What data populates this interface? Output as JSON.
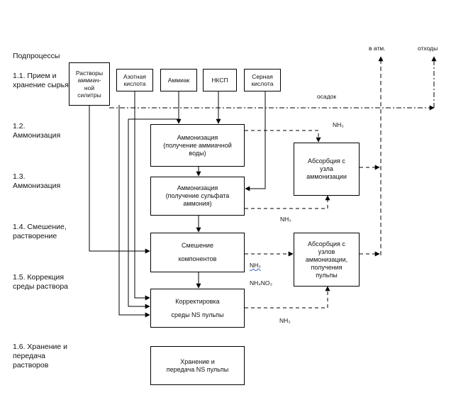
{
  "subprocesses": {
    "header": "Подпроцессы",
    "items": [
      {
        "lines": [
          "1.1. Прием и",
          "хранение сырья"
        ]
      },
      {
        "lines": [
          "1.2.",
          "Аммонизация"
        ]
      },
      {
        "lines": [
          "1.3.",
          "Аммонизация"
        ]
      },
      {
        "lines": [
          "1.4. Смешение,",
          "растворение"
        ]
      },
      {
        "lines": [
          "1.5. Коррекция",
          "среды раствора"
        ]
      },
      {
        "lines": [
          "1.6. Хранение и",
          "передача",
          "растворов"
        ]
      }
    ]
  },
  "raw_materials": [
    {
      "lines": [
        "Растворы",
        "аммиач-",
        "ной",
        "силитры"
      ]
    },
    {
      "lines": [
        "Азотная",
        "кислота"
      ]
    },
    {
      "lines": [
        "Аммиак"
      ]
    },
    {
      "lines": [
        "НКСП"
      ]
    },
    {
      "lines": [
        "Серная",
        "кислота"
      ]
    }
  ],
  "process_boxes": [
    {
      "lines": [
        "Аммонизация",
        "(получение аммиачной",
        "воды)"
      ]
    },
    {
      "lines": [
        "Аммонизация",
        "(получение сульфата",
        "аммония)"
      ]
    },
    {
      "lines": [
        "Смешение",
        "",
        "компонентов"
      ]
    },
    {
      "lines": [
        "Корректировка",
        "",
        "среды NS пульпы"
      ]
    },
    {
      "lines": [
        "Хранение и",
        "передача NS пульпы"
      ]
    }
  ],
  "absorption_boxes": [
    {
      "lines": [
        "Абсорбция с",
        "узла",
        "аммонизации"
      ]
    },
    {
      "lines": [
        "Абсорбция с",
        "узлов",
        "аммонизации,",
        "получения",
        "пульпы"
      ]
    }
  ],
  "outputs": {
    "atm": "в атм.",
    "waste": "отходы"
  },
  "flow_labels": {
    "sediment": "осадок",
    "nh3_a": "NH₃",
    "nh3_b": "NH₃",
    "nh3_c": "NH₃",
    "nh3_d": "NH₃",
    "nh4no3": "NH₄NO₃"
  }
}
